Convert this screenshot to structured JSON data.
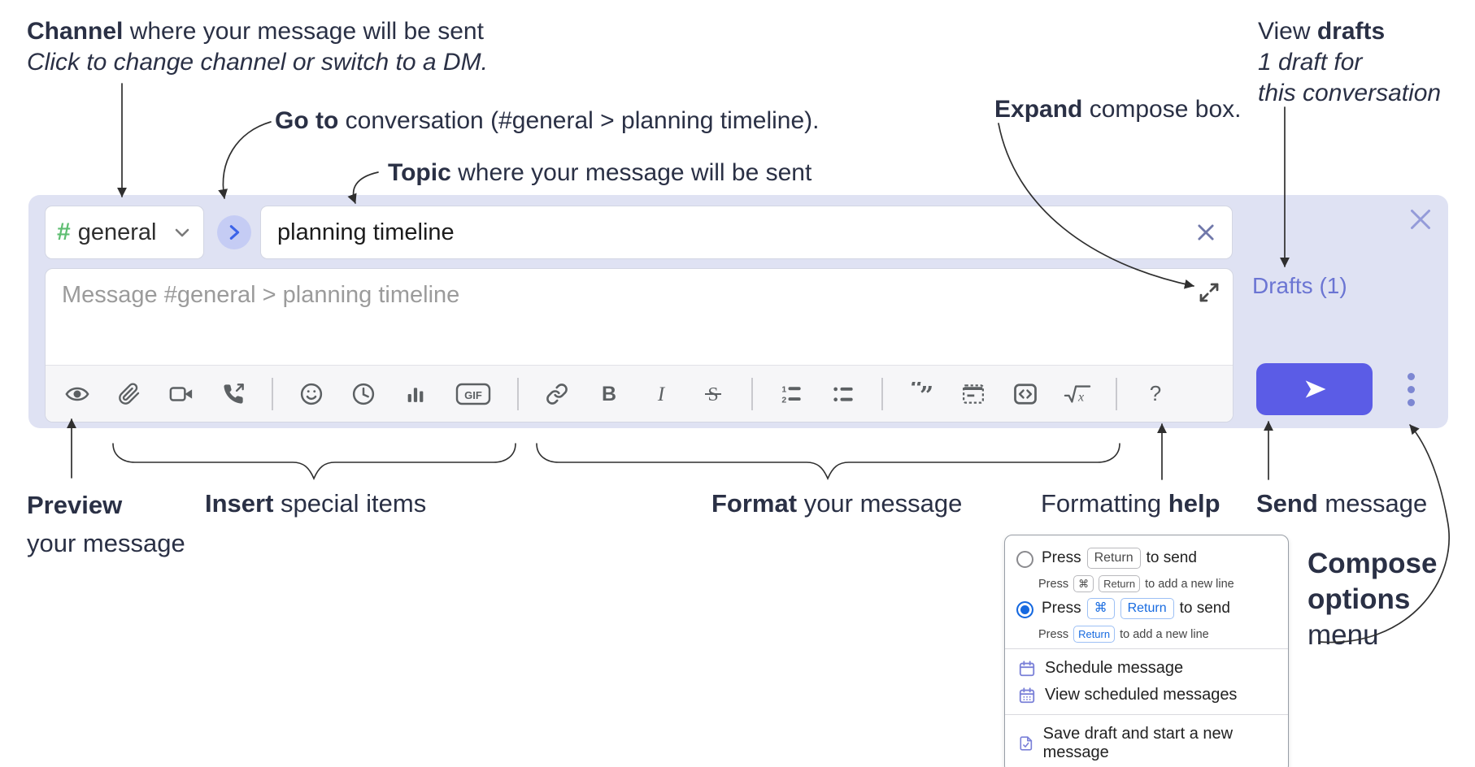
{
  "annotations": {
    "channel": {
      "bold": "Channel",
      "rest": " where your message will be sent",
      "line2": "Click to change channel or switch to a DM."
    },
    "goto": {
      "bold": "Go to",
      "rest": " conversation (#general > planning timeline)."
    },
    "topic": {
      "bold": "Topic",
      "rest": " where your message will be sent"
    },
    "expand": {
      "bold": "Expand",
      "rest": " compose box."
    },
    "drafts": {
      "line1_pre": "View ",
      "line1_bold": "drafts",
      "line2": "1 draft for",
      "line3": "this conversation"
    },
    "preview": {
      "bold": "Preview",
      "line2": "your message"
    },
    "insert": {
      "bold": "Insert",
      "rest": " special items"
    },
    "format": {
      "bold": "Format",
      "rest": " your message"
    },
    "help": {
      "pre": "Formatting ",
      "bold": "help"
    },
    "send": {
      "bold": "Send",
      "rest": " message"
    },
    "compose_options": {
      "line1": "Compose",
      "line2": "options",
      "line3": "menu"
    }
  },
  "compose": {
    "channel_selector": {
      "hash": "#",
      "label": "general"
    },
    "topic_input": {
      "value": "planning timeline"
    },
    "message_input": {
      "placeholder": "Message #general > planning timeline"
    },
    "drafts_link": "Drafts (1)",
    "toolbar": {
      "gif_label": "GIF",
      "bold_glyph": "B",
      "italic_glyph": "I",
      "strike_glyph": "S",
      "math_glyph": "x",
      "help_glyph": "?"
    }
  },
  "menu": {
    "option1": {
      "pre": "Press",
      "key1": "Return",
      "post": "to send",
      "sub_pre": "Press",
      "sub_key1": "⌘",
      "sub_key2": "Return",
      "sub_post": "to add a new line"
    },
    "option2": {
      "pre": "Press",
      "key1": "⌘",
      "key2": "Return",
      "post": "to send",
      "sub_pre": "Press",
      "sub_key1": "Return",
      "sub_post": "to add a new line"
    },
    "items": [
      {
        "label": "Schedule message"
      },
      {
        "label": "View scheduled messages"
      },
      {
        "label": "Save draft and start a new message"
      }
    ]
  },
  "colors": {
    "container_bg": "#dfe2f3",
    "send_button": "#5b5ce6",
    "hash_green": "#5fbe72",
    "drafts_link": "#6b75d3",
    "kbd_blue": "#186be0",
    "menu_icon_purple": "#7a80d8",
    "annotation_text": "#2a3045",
    "toolbar_icon": "#5c6063"
  }
}
